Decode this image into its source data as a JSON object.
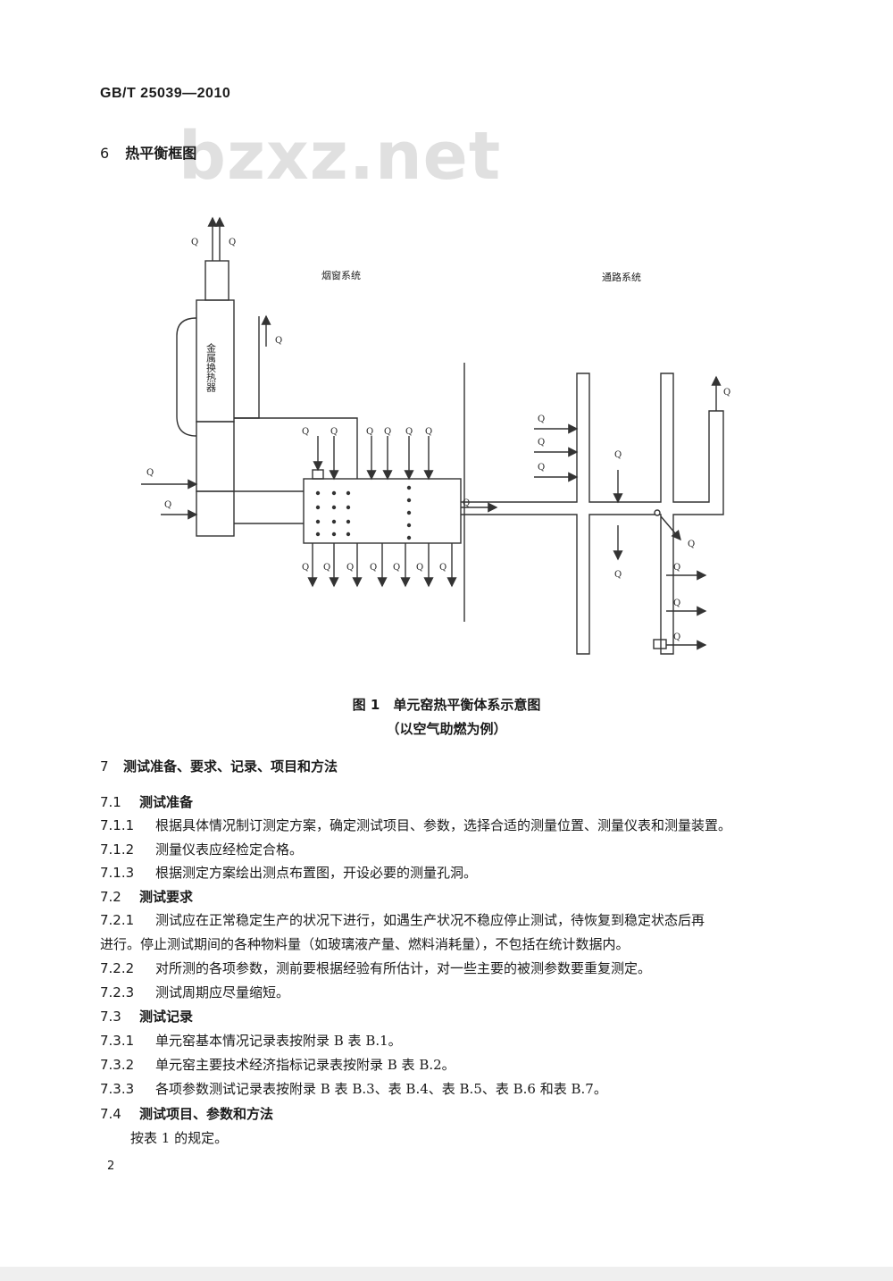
{
  "header": {
    "std_code": "GB/T 25039—2010"
  },
  "watermark": "bzxz.net",
  "section6": {
    "num": "6",
    "title": "热平衡框图"
  },
  "diagram": {
    "labels": {
      "flue": "烟窗系统",
      "passage": "通路系统",
      "exchanger": "金属换热器",
      "q_top1": "Q",
      "q_top2": "Q",
      "q_h": "Q",
      "q_ka": "Q",
      "q_kb": "Q",
      "q_ta": "Q",
      "q_tb": "Q",
      "q_tc": "Q",
      "q_td": "Q",
      "q_te": "Q",
      "q_r1": "Q",
      "q_r2": "Q",
      "q_r3": "Q",
      "q_r4": "Q",
      "q_b1": "Q",
      "q_b2": "Q",
      "q_b3": "Q",
      "q_b4": "Q",
      "q_b5": "Q",
      "q_b6": "Q",
      "q_b7": "Q",
      "q_mid": "Q",
      "q_mid2": "Q",
      "q_out": "Q",
      "q_rr1": "Q",
      "q_rr2": "Q",
      "q_rr3": "Q",
      "q_dg": "Q",
      "q_ryj": "Q"
    },
    "colors": {
      "stroke": "#333333"
    }
  },
  "figure": {
    "caption": "图 1　单元窑热平衡体系示意图",
    "subcaption": "（以空气助燃为例）"
  },
  "section7": {
    "num": "7",
    "title": "测试准备、要求、记录、项目和方法"
  },
  "items": [
    {
      "type": "h",
      "num": "7.1",
      "text": "测试准备"
    },
    {
      "type": "p",
      "num": "7.1.1",
      "text": "根据具体情况制订测定方案，确定测试项目、参数，选择合适的测量位置、测量仪表和测量装置。"
    },
    {
      "type": "p",
      "num": "7.1.2",
      "text": "测量仪表应经检定合格。"
    },
    {
      "type": "p",
      "num": "7.1.3",
      "text": "根据测定方案绘出测点布置图，开设必要的测量孔洞。"
    },
    {
      "type": "h",
      "num": "7.2",
      "text": "测试要求"
    },
    {
      "type": "p",
      "num": "7.2.1",
      "text": "测试应在正常稳定生产的状况下进行，如遇生产状况不稳应停止测试，待恢复到稳定状态后再"
    },
    {
      "type": "c",
      "num": "",
      "text": "进行。停止测试期间的各种物料量（如玻璃液产量、燃料消耗量），不包括在统计数据内。"
    },
    {
      "type": "p",
      "num": "7.2.2",
      "text": "对所测的各项参数，测前要根据经验有所估计，对一些主要的被测参数要重复测定。"
    },
    {
      "type": "p",
      "num": "7.2.3",
      "text": "测试周期应尽量缩短。"
    },
    {
      "type": "h",
      "num": "7.3",
      "text": "测试记录"
    },
    {
      "type": "p",
      "num": "7.3.1",
      "text": "单元窑基本情况记录表按附录 B 表 B.1。"
    },
    {
      "type": "p",
      "num": "7.3.2",
      "text": "单元窑主要技术经济指标记录表按附录 B 表 B.2。"
    },
    {
      "type": "p",
      "num": "7.3.3",
      "text": "各项参数测试记录表按附录 B 表 B.3、表 B.4、表 B.5、表 B.6 和表 B.7。"
    },
    {
      "type": "h",
      "num": "7.4",
      "text": "测试项目、参数和方法"
    },
    {
      "type": "i",
      "num": "",
      "text": "按表 1 的规定。"
    }
  ],
  "page_number": "2"
}
